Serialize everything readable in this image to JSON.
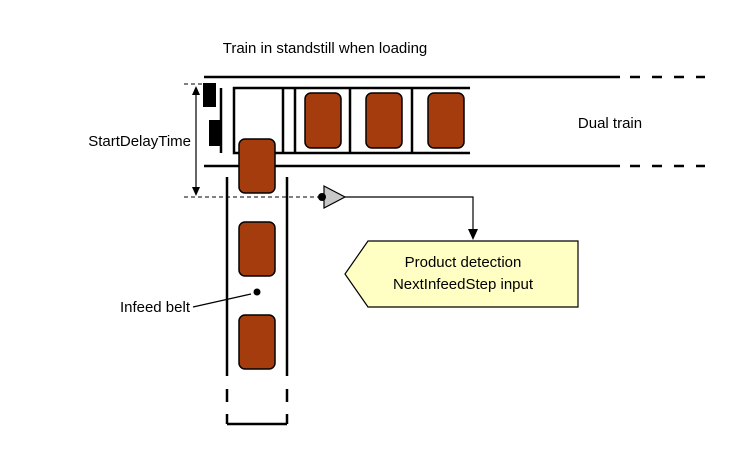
{
  "labels": {
    "train_standstill": "Train in standstill when loading",
    "dual_train": "Dual train",
    "start_delay_time": "StartDelayTime",
    "infeed_belt": "Infeed belt",
    "product_detection_line1": "Product detection",
    "product_detection_line2": "NextInfeedStep input"
  },
  "colors": {
    "product_fill": "#a53c0e",
    "callout_fill": "#ffffc4",
    "sensor_fill": "#c8c8c8",
    "line": "#000000"
  }
}
